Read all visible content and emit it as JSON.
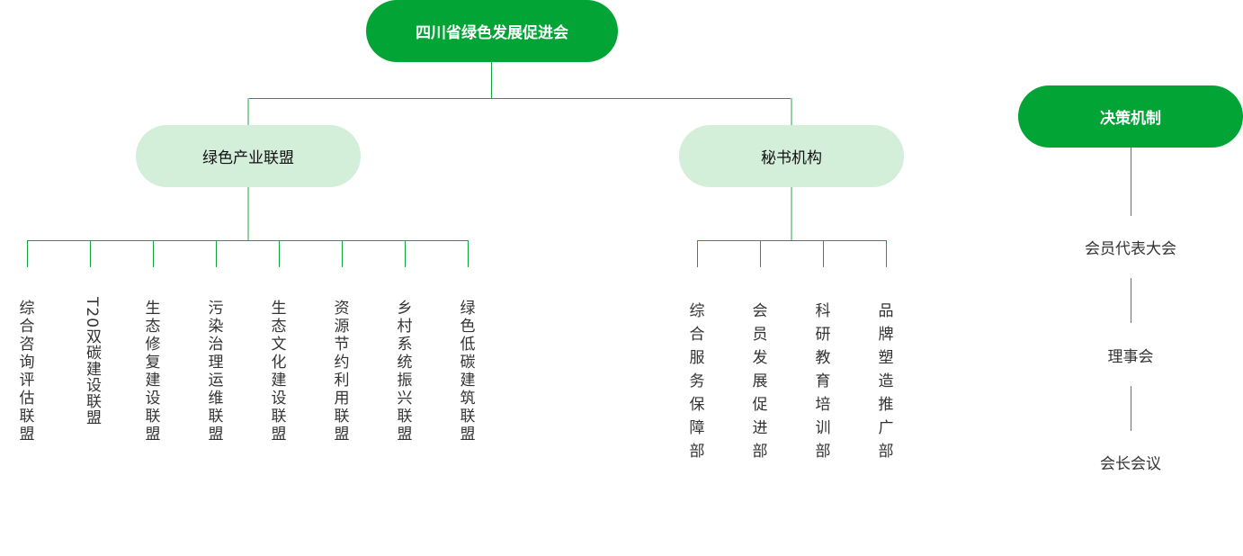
{
  "root": {
    "label": "四川省绿色发展促进会"
  },
  "branches": [
    {
      "label": "绿色产业联盟",
      "children": [
        "综合咨询评估联盟",
        "T20双碳建设联盟",
        "生态修复建设联盟",
        "污染治理运维联盟",
        "生态文化建设联盟",
        "资源节约利用联盟",
        "乡村系统振兴联盟",
        "绿色低碳建筑联盟"
      ]
    },
    {
      "label": "秘书机构",
      "children": [
        "综合服务保障部",
        "会员发展促进部",
        "科研教育培训部",
        "品牌塑造推广部"
      ]
    }
  ],
  "decision": {
    "label": "决策机制",
    "levels": [
      "会员代表大会",
      "理事会",
      "会长会议"
    ]
  },
  "colors": {
    "primary": "#02a535",
    "light_fill": "#d3eed9",
    "connector": "#14a43c",
    "light_connector": "#8ed3a1"
  }
}
